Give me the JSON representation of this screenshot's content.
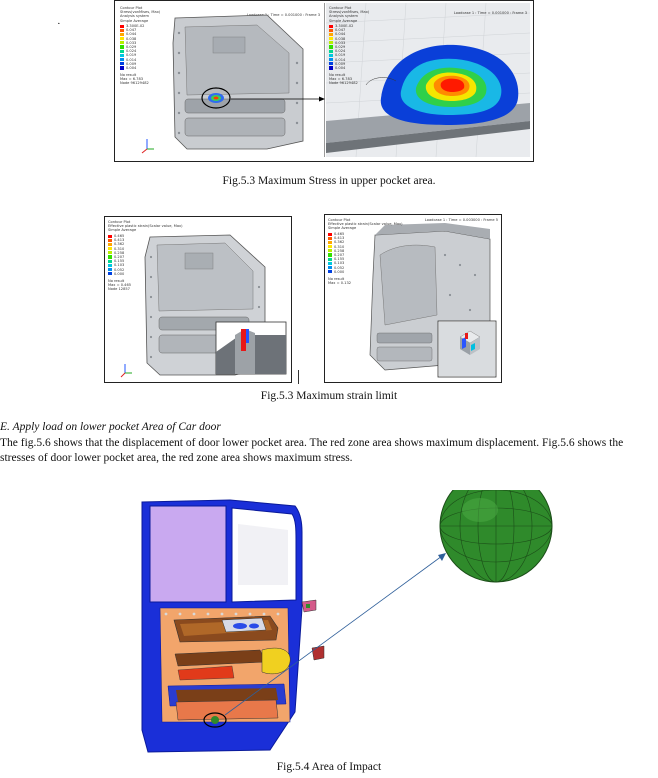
{
  "page": {
    "stray_mark": "·",
    "fig1": {
      "caption": "Fig.5.3 Maximum Stress in upper pocket area.",
      "left_panel": {
        "header_lines": [
          "Contour Plot",
          "Stress(vonMises, Max)",
          "Analysis system",
          "Simple Average"
        ],
        "legend_values": [
          "3.300E-02",
          "0.047",
          "0.044",
          "0.038",
          "0.033",
          "0.029",
          "0.024",
          "0.019",
          "0.014",
          "0.009",
          "0.004"
        ],
        "no_result": "No result",
        "max_label": "Max = 6.783",
        "node_label": "Node 96129482",
        "top_right": "Loadcase 1 : Time = 0.001000 : Frame 3"
      },
      "right_panel": {
        "header_lines": [
          "Contour Plot",
          "Stress(vonMises, Max)",
          "Analysis system",
          "Simple Average"
        ],
        "legend_values": [
          "3.300E-02",
          "0.047",
          "0.044",
          "0.038",
          "0.033",
          "0.029",
          "0.024",
          "0.019",
          "0.014",
          "0.009",
          "0.004"
        ],
        "no_result": "No result",
        "max_label": "Max = 6.783",
        "node_label": "Node 96129482",
        "top_right": "Loadcase 1 : Time = 0.001000 : Frame 3"
      }
    },
    "fig2": {
      "caption": "Fig.5.3 Maximum strain limit",
      "left_panel": {
        "header_lines": [
          "Contour Plot",
          "Effective plastic strain(Scalar value, Max)",
          "Simple Average"
        ],
        "legend_values": [
          "0.465",
          "0.413",
          "0.362",
          "0.310",
          "0.258",
          "0.207",
          "0.155",
          "0.103",
          "0.052",
          "0.000"
        ],
        "no_result": "No result",
        "max_label": "Max = 0.465",
        "node_label": "Node 12857"
      },
      "right_panel": {
        "header_lines": [
          "Contour Plot",
          "Effective plastic strain(Scalar value, Max)",
          "Simple Average"
        ],
        "legend_values": [
          "0.465",
          "0.413",
          "0.362",
          "0.310",
          "0.258",
          "0.207",
          "0.155",
          "0.103",
          "0.052",
          "0.000"
        ],
        "no_result": "No result",
        "max_label": "Max = 0.132",
        "top_right": "Loadcase 1 : Time = 0.003000 : Frame 5"
      }
    },
    "section": {
      "heading": "E.   Apply load on lower pocket Area of Car door",
      "paragraph": "The fig.5.6 shows that the displacement of door lower pocket area. The red zone area shows maximum displacement. Fig.5.6 shows the stresses of door lower pocket area, the red zone area shows maximum stress."
    },
    "fig3": {
      "caption": "Fig.5.4 Area of Impact"
    },
    "colors": {
      "contour": [
        "#ff0000",
        "#ff5a00",
        "#ffa800",
        "#ffe600",
        "#b8f000",
        "#33e000",
        "#00d890",
        "#00c8e0",
        "#0090f0",
        "#0040e0",
        "#0000c8"
      ],
      "door_blue": "#1a2fd8",
      "ball_green": "#2f8a2b"
    }
  }
}
